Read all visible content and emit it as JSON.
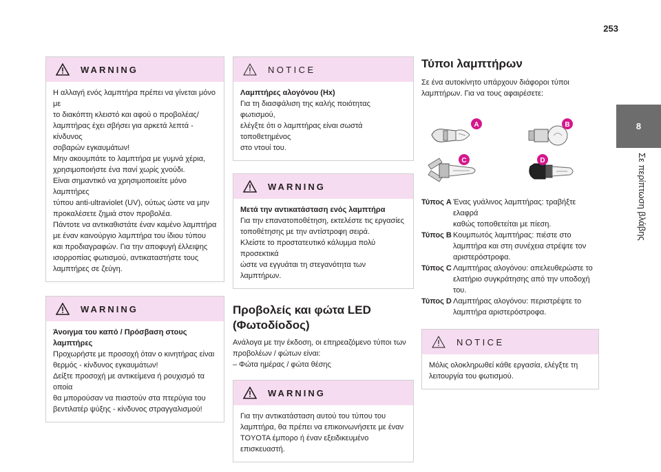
{
  "page_number": "253",
  "side_tab": {
    "number": "8",
    "label": "Σε περίπτωση βλάβης"
  },
  "col1": {
    "warning1": {
      "header": "WARNING",
      "lines": [
        "Η αλλαγή ενός λαμπτήρα πρέπει να γίνεται μόνο με",
        "το διακόπτη κλειστό και αφού ο προβολέας/",
        "λαμπτήρας έχει σβήσει για αρκετά λεπτά - κίνδυνος",
        "σοβαρών εγκαυμάτων!",
        "Μην ακουμπάτε το λαμπτήρα με γυμνά χέρια,",
        "χρησιμοποιήστε ένα πανί χωρίς χνούδι.",
        "Είναι σημαντικό να χρησιμοποιείτε μόνο λαμπτήρες",
        "τύπου anti-ultraviolet (UV), ούτως ώστε να μην",
        "προκαλέσετε ζημιά στον προβολέα.",
        "Πάντοτε να αντικαθιστάτε έναν καμένο λαμπτήρα",
        "με έναν καινούργιο λαμπτήρα του ίδιου τύπου",
        "και προδιαγραφών. Για την αποφυγή έλλειψης",
        "ισορροπίας φωτισμού, αντικαταστήστε τους",
        "λαμπτήρες σε ζεύγη."
      ]
    },
    "warning2": {
      "header": "WARNING",
      "title_lines": [
        "Άνοιγμα του καπό / Πρόσβαση στους",
        "λαμπτήρες"
      ],
      "lines": [
        "Προχωρήστε με προσοχή όταν ο κινητήρας είναι",
        "θερμός - κίνδυνος εγκαυμάτων!",
        "Δείξτε προσοχή με αντικείμενα ή ρουχισμό τα οποία",
        "θα μπορούσαν να πιαστούν στα πτερύγια του",
        "βεντιλατέρ ψύξης - κίνδυνος στραγγαλισμού!"
      ]
    }
  },
  "col2": {
    "notice1": {
      "header": "NOTICE",
      "title": "Λαμπτήρες αλογόνου (Hx)",
      "lines": [
        "Για τη διασφάλιση της καλής ποιότητας φωτισμού,",
        "ελέγξτε ότι ο λαμπτήρας είναι σωστά τοποθετημένος",
        "στο ντουί του."
      ]
    },
    "warning3": {
      "header": "WARNING",
      "title": "Μετά την αντικατάσταση ενός λαμπτήρα",
      "lines": [
        "Για την επανατοποθέτηση, εκτελέστε τις εργασίες",
        "τοποθέτησης με την αντίστροφη σειρά.",
        "Κλείστε το προστατευτικό κάλυμμα πολύ προσεκτικά",
        "ώστε να εγγυάται τη στεγανότητα των λαμπτήρων."
      ]
    },
    "section": {
      "heading_lines": [
        "Προβολείς και φώτα LED",
        "(Φωτοδίοδος)"
      ],
      "lines": [
        "Ανάλογα με την έκδοση, οι επηρεαζόμενο τύποι των",
        "προβολέων / φώτων είναι:",
        "–  Φώτα ημέρας / φώτα θέσης"
      ]
    },
    "warning4": {
      "header": "WARNING",
      "lines": [
        "Για την αντικατάσταση αυτού του τύπου του",
        "λαμπτήρα, θα πρέπει να επικοινωνήσετε με έναν",
        "TOYOTA έμπορο ή έναν εξειδικευμένο επισκευαστή."
      ]
    }
  },
  "col3": {
    "heading": "Τύποι λαμπτήρων",
    "intro_lines": [
      "Σε ένα αυτοκίνητο υπάρχουν διάφοροι τύποι",
      "λαμπτήρων. Για να τους αφαιρέσετε:"
    ],
    "bulb_labels": [
      "A",
      "B",
      "C",
      "D"
    ],
    "types": [
      {
        "label": "Τύπος A",
        "lines": [
          "Ένας γυάλινος λαμπτήρας: τραβήξτε ελαφρά",
          "καθώς τοποθετείται με πίεση."
        ]
      },
      {
        "label": "Τύπος B",
        "lines": [
          "Κουμπωτός λαμπτήρας: πιέστε στο",
          "λαμπτήρα και στη συνέχεια στρέψτε τον",
          "αριστερόστροφα."
        ]
      },
      {
        "label": "Τύπος C",
        "lines": [
          "Λαμπτήρας αλογόνου: απελευθερώστε το",
          "ελατήριο συγκράτησης από την υποδοχή",
          "του."
        ]
      },
      {
        "label": "Τύπος D",
        "lines": [
          "Λαμπτήρας αλογόνου: περιστρέψτε το",
          "λαμπτήρα αριστερόστροφα."
        ]
      }
    ],
    "notice2": {
      "header": "NOTICE",
      "lines": [
        "Μόλις ολοκληρωθεί κάθε εργασία, ελέγξτε τη",
        "λειτουργία του φωτισμού."
      ]
    }
  },
  "colors": {
    "accent_pink": "#f6dcf0",
    "bulb_label_magenta": "#d4188c",
    "tab_gray": "#6d6d6d"
  }
}
